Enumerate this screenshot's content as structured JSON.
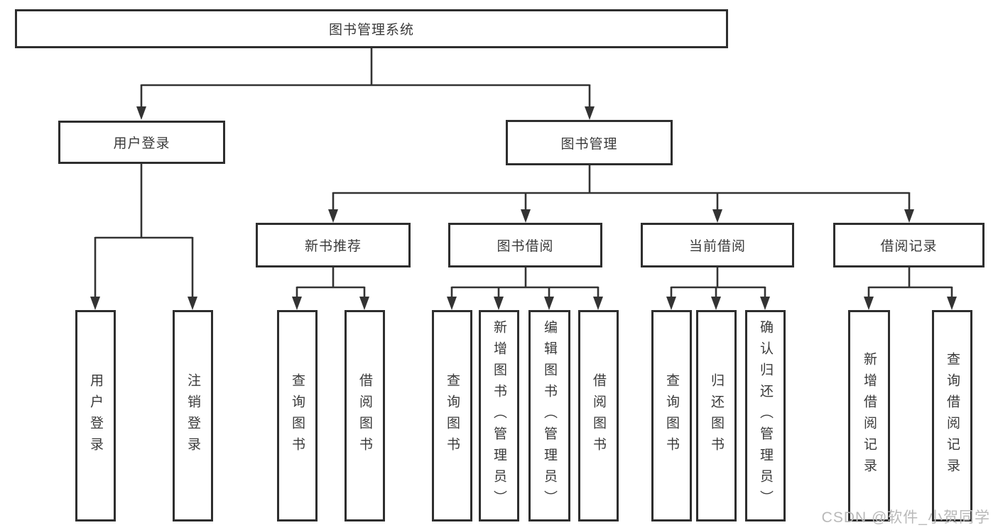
{
  "palette": {
    "line_color": "#333333",
    "box_border_color": "#2e2e2e",
    "box_background": "#ffffff",
    "text_color": "#3a3a3a",
    "watermark_color": "#b9b9b9"
  },
  "tree": {
    "root": {
      "label": "图书管理系统"
    },
    "branches": [
      {
        "label": "用户登录",
        "children": [
          {
            "label": "用户登录"
          },
          {
            "label": "注销登录"
          }
        ]
      },
      {
        "label": "图书管理",
        "children": [
          {
            "label": "新书推荐",
            "children": [
              {
                "label": "查询图书"
              },
              {
                "label": "借阅图书"
              }
            ]
          },
          {
            "label": "图书借阅",
            "children": [
              {
                "label": "查询图书"
              },
              {
                "label": "新增图书（管理员）"
              },
              {
                "label": "编辑图书（管理员）"
              },
              {
                "label": "借阅图书"
              }
            ]
          },
          {
            "label": "当前借阅",
            "children": [
              {
                "label": "查询图书"
              },
              {
                "label": "归还图书"
              },
              {
                "label": "确认归还（管理员）"
              }
            ]
          },
          {
            "label": "借阅记录",
            "children": [
              {
                "label": "新增借阅记录"
              },
              {
                "label": "查询借阅记录"
              }
            ]
          }
        ]
      }
    ]
  },
  "watermark": {
    "text": "CSDN @软件_小贺同学"
  }
}
